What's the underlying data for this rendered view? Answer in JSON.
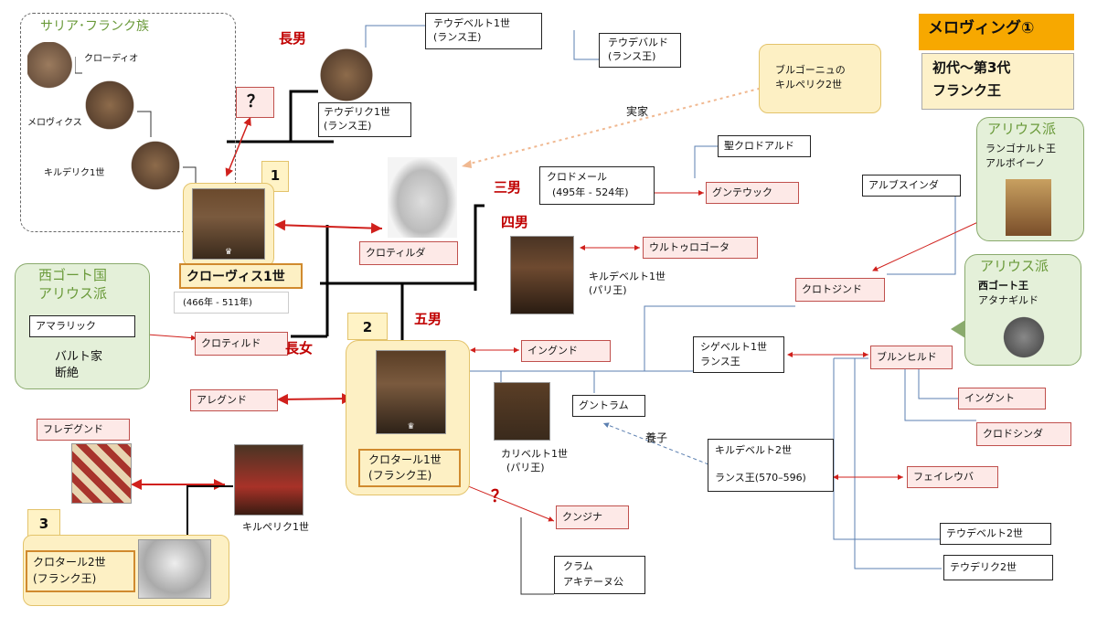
{
  "title": {
    "main": "メロヴィング①",
    "sub_line1": "初代～第3代",
    "sub_line2": "フランク王"
  },
  "salian": {
    "title": "サリア･フランク族",
    "clodio": "クローディオ",
    "merovech": "メロヴィクス",
    "childeric": "キルデリク1世"
  },
  "clovis": {
    "number": "1",
    "name": "クローヴィス1世",
    "dates": "(466年 - 511年)"
  },
  "clotilde_wife": "クロティルダ",
  "first_son": {
    "label": "長男",
    "name_l1": "テウデリク1世",
    "name_l2": "(ランス王)"
  },
  "theudebert1": {
    "l1": "テウデベルト1世",
    "l2": "(ランス王)"
  },
  "theudebald": {
    "l1": "テウデバルド",
    "l2": "(ランス王)"
  },
  "burgundy": {
    "l1": "ブルゴーニュの",
    "l2": "キルペリク2世"
  },
  "jikka": "実家",
  "question1": "？",
  "question2": "？",
  "third_son": {
    "label": "三男",
    "name": "クロドメール",
    "dates": "(495年 - 524年)"
  },
  "st_cloud": "聖クロドアルド",
  "gunteuca": "グンテウック",
  "fourth_son": {
    "label": "四男",
    "name_l1": "キルデベルト1世",
    "name_l2": "(パリ王)"
  },
  "ultrogotha": "ウルトゥロゴータ",
  "visigoth": {
    "l1": "西ゴート国",
    "l2": "アリウス派",
    "amalaric": "アマラリック",
    "balth_l1": "バルト家",
    "balth_l2": "断絶"
  },
  "clotilde_daughter": "クロティルド",
  "eldest_daughter": "長女",
  "fifth_son": {
    "number": "2",
    "label": "五男",
    "name_l1": "クロタール1世",
    "name_l2": "(フランク王)"
  },
  "ingund": "イングンド",
  "aregund": "アレグンド",
  "chramn_mother": "クンジナ",
  "chramn": {
    "l1": "クラム",
    "l2": "アキテーヌ公"
  },
  "charibert": {
    "l1": "カリベルト1世",
    "l2": "(パリ王)"
  },
  "guntram": "グントラム",
  "adopted": "養子",
  "sigebert": {
    "l1": "シゲベルト1世",
    "l2": "ランス王"
  },
  "brunhild": "ブルンヒルド",
  "galswintha": "クロトジンド",
  "athanagild_mom": "アルブスインダ",
  "arian1": {
    "title": "アリウス派",
    "l1": "ランゴナルト王",
    "l2": "アルボイーノ"
  },
  "arian2": {
    "title": "アリウス派",
    "l1": "西ゴート王",
    "l2": "アタナギルド"
  },
  "ingunt": "イングント",
  "chlodosind": "クロドシンダ",
  "childebert2": {
    "l1": "キルデベルト2世",
    "l2": "ランス王(570–596)"
  },
  "faileuba": "フェイレウバ",
  "theudebert2": "テウデベルト2世",
  "theuderic2": "テウデリク2世",
  "fredegund": "フレデグンド",
  "chilperic1": "キルペリク1世",
  "chlothar2": {
    "number": "3",
    "l1": "クロタール2世",
    "l2": "(フランク王)"
  }
}
